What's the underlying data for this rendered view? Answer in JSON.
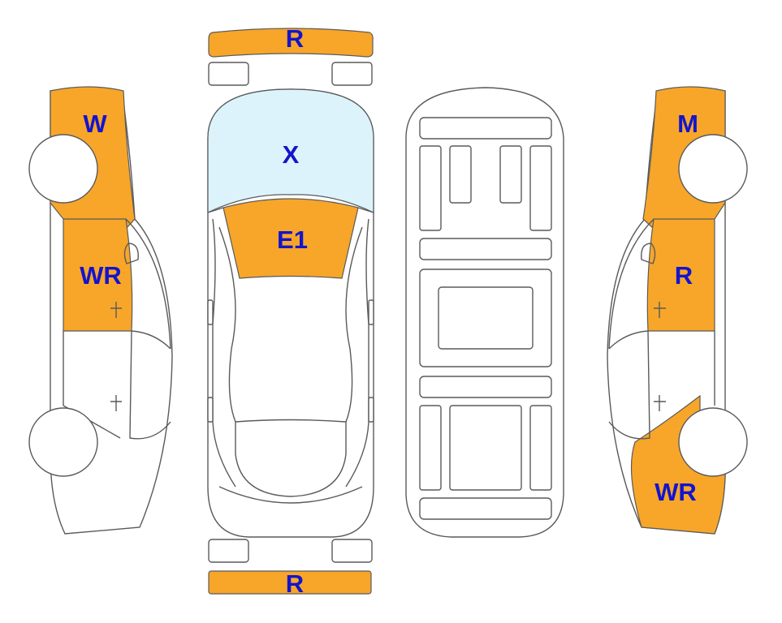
{
  "labels": {
    "front_bumper": "R",
    "windshield": "X",
    "hood": "E1",
    "rear_bumper": "R",
    "left_front_fender": "W",
    "left_front_door": "WR",
    "right_front_fender": "M",
    "right_front_door": "R",
    "right_rear_quarter": "WR"
  },
  "colors": {
    "damage_fill": "#F7A62A",
    "glass_fill": "#DCF3FB",
    "label_text": "#1414CC",
    "outline": "#5a5a5a"
  }
}
